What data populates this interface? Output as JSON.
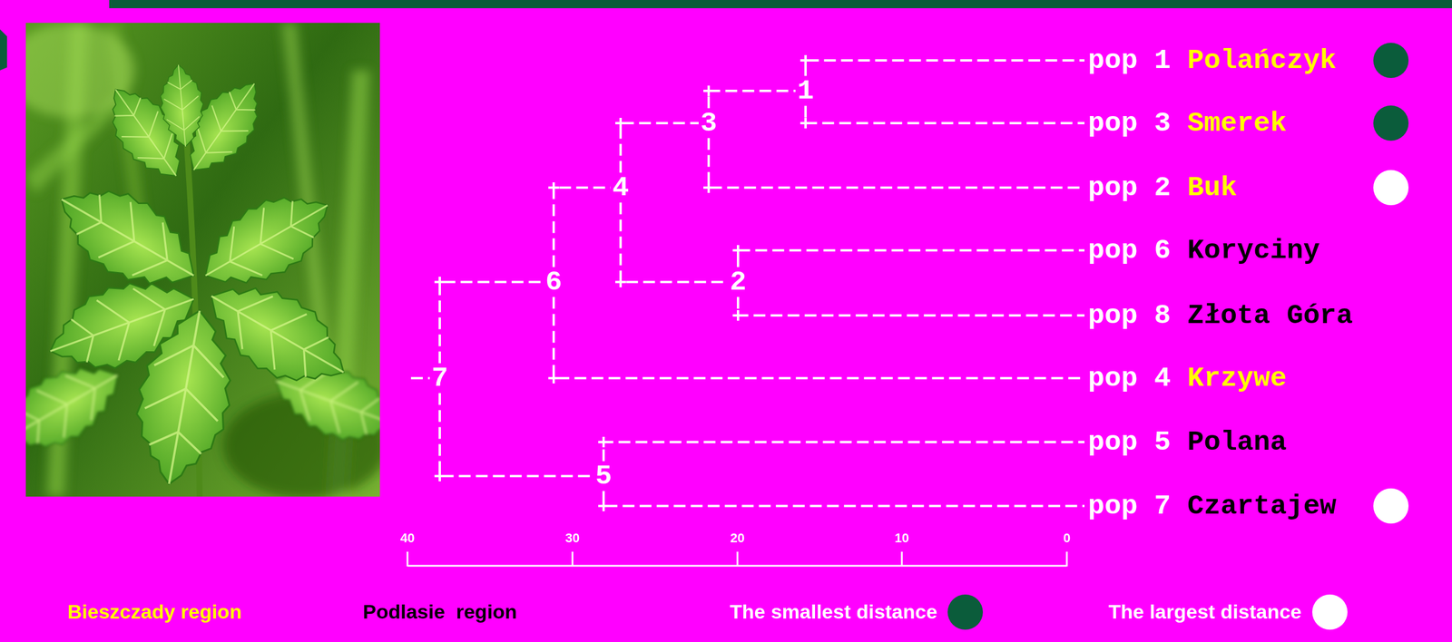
{
  "diagram": {
    "nodes": [
      {
        "text": [
          "pop 1",
          "Polańczyk"
        ]
      },
      {
        "text": [
          "1"
        ]
      },
      {
        "text": [
          "3"
        ]
      },
      {
        "text": [
          "pop 3",
          "Smerek"
        ]
      },
      {
        "text": [
          "4"
        ]
      },
      {
        "text": [
          "pop 2",
          "Buk"
        ]
      },
      {
        "text": [
          "pop 6",
          "Koryciny"
        ]
      },
      {
        "text": [
          "6"
        ]
      },
      {
        "text": [
          "2"
        ]
      },
      {
        "text": [
          "pop 8",
          "Złota Góra"
        ]
      },
      {
        "text": [
          "7"
        ]
      },
      {
        "text": [
          "pop 4",
          "Krzywe"
        ]
      },
      {
        "text": [
          "pop 5",
          "Polana"
        ]
      },
      {
        "text": [
          "5"
        ]
      },
      {
        "text": [
          "pop 7",
          "Czartajew"
        ]
      }
    ],
    "edges": [
      {
        "from": 1,
        "to": 0,
        "arrow": "none"
      },
      {
        "from": 1,
        "to": 3,
        "arrow": "none"
      },
      {
        "from": 2,
        "to": 1,
        "arrow": "none"
      },
      {
        "from": 2,
        "to": 5,
        "arrow": "none"
      },
      {
        "from": 4,
        "to": 2,
        "arrow": "none"
      },
      {
        "from": 4,
        "to": 8,
        "arrow": "none"
      },
      {
        "from": 8,
        "to": 6,
        "arrow": "none"
      },
      {
        "from": 8,
        "to": 9,
        "arrow": "none"
      },
      {
        "from": 7,
        "to": 4,
        "arrow": "none"
      },
      {
        "from": 7,
        "to": 11,
        "arrow": "none"
      },
      {
        "from": 10,
        "to": 7,
        "arrow": "none"
      },
      {
        "from": 10,
        "to": 13,
        "arrow": "none"
      },
      {
        "from": 13,
        "to": 12,
        "arrow": "none"
      },
      {
        "from": 13,
        "to": 14,
        "arrow": "none"
      }
    ],
    "labels": [
      "40",
      "30",
      "20",
      "10",
      "0"
    ],
    "legend": [
      {
        "text": "Bieszczady region",
        "color": "#FFFF00"
      },
      {
        "text": "Podlasie  region",
        "color": "#000000"
      },
      {
        "text": "The smallest distance",
        "color": "#0B5C3B"
      },
      {
        "text": "The largest distance",
        "color": "#FFFFFF"
      }
    ]
  }
}
